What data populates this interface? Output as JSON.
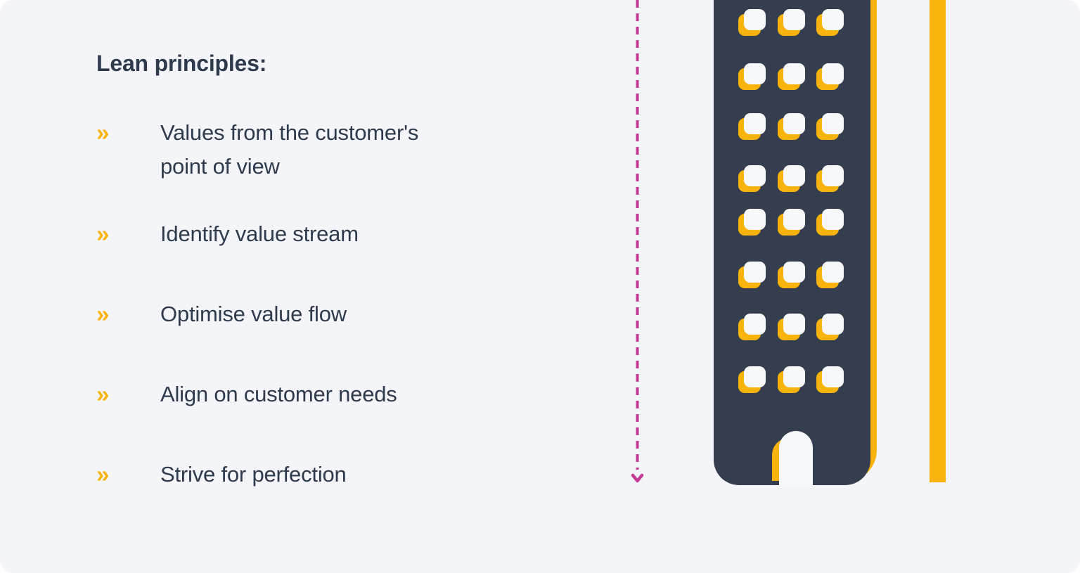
{
  "header": {
    "title": "Lean principles:"
  },
  "list": {
    "bullet_glyph": "»",
    "items": [
      {
        "label": "Values from the customer's\npoint of view"
      },
      {
        "label": "Identify value stream"
      },
      {
        "label": "Optimise value flow"
      },
      {
        "label": "Align on customer needs"
      },
      {
        "label": "Strive for perfection"
      }
    ]
  },
  "illustration": {
    "dashed_arrow": {
      "direction": "down"
    },
    "building": {
      "window_rows": 8,
      "window_cols": 3
    }
  },
  "colors": {
    "background": "#f4f5f9",
    "text_dark": "#2f3b4c",
    "accent_yellow": "#f8b30d",
    "building_dark": "#343e4e",
    "window_white": "#f7f8fa",
    "arrow_magenta": "#c23c96"
  }
}
